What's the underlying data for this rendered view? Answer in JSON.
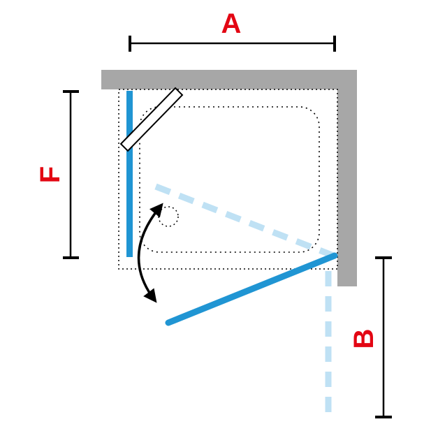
{
  "diagram": {
    "type": "shower-enclosure-plan-view",
    "dimension_labels": {
      "a": "A",
      "f": "F",
      "b": "B"
    },
    "colors": {
      "wall_gray": "#a7a7a7",
      "label_red": "#e30613",
      "glass_blue": "#2095d3",
      "glass_light_blue": "#bfe1f4",
      "line_black": "#000000",
      "panel_white": "#ffffff",
      "background": "#ffffff"
    }
  }
}
